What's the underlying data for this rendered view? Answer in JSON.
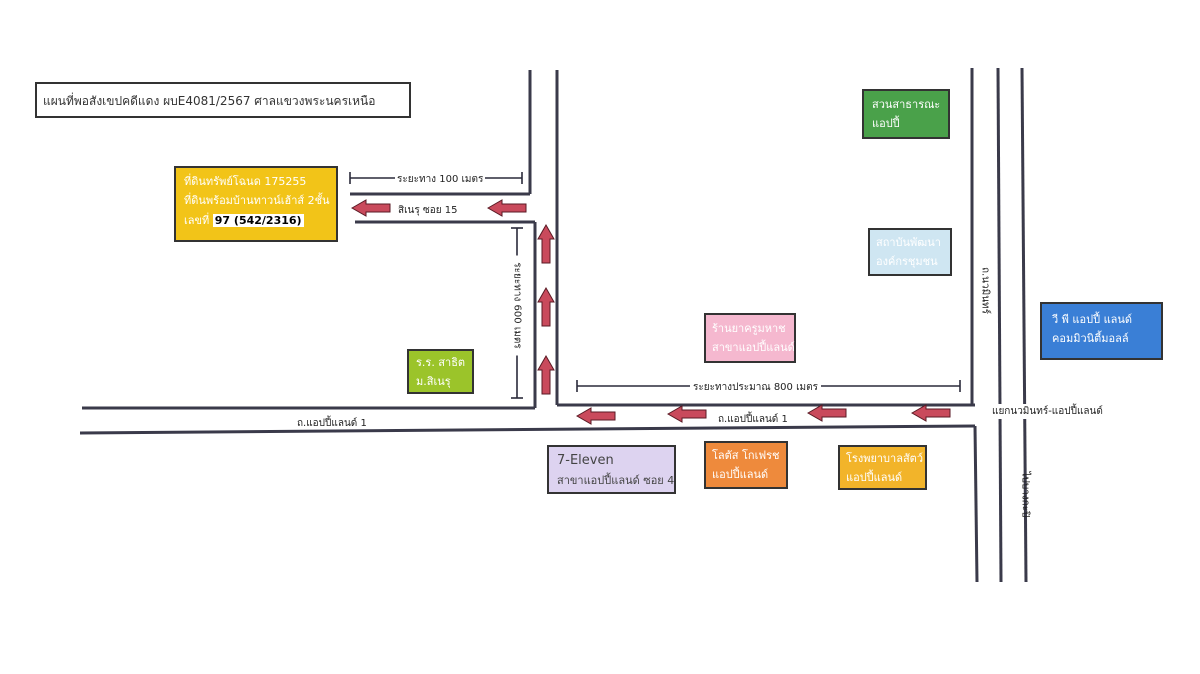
{
  "title": "แผนที่พอสังเขปคดีแดง ผบE4081/2567 ศาลแขวงพระนครเหนือ",
  "subject_property": {
    "line1": "ที่ดินทรัพย์โฉนด 175255",
    "line2": "ที่ดินพร้อมบ้านทาวน์เฮ้าส์ 2ชั้น",
    "line3_prefix": "เลขที่",
    "line3_number": "97 (542/2316)",
    "color": "#f2c418"
  },
  "roads": {
    "soi": "สิเนรุ ซอย 15",
    "main_road": "ถ.แอปปี้แลนด์ 1",
    "main_road_right": "ถ.แอปปี้แลนด์ 1",
    "intersection": "แยกนวมินทร์-แอปปี้แลนด์",
    "vertical_road": "ถ.นวมินทร์",
    "to_direction": "ไปบางกะปิ"
  },
  "distances": {
    "d100": "ระยะทาง 100 เมตร",
    "d600": "ระยะทาง 600 เมตร",
    "d800": "ระยะทางประมาณ 800 เมตร"
  },
  "landmarks": [
    {
      "id": "school",
      "line1": "ร.ร. สาธิต",
      "line2": "ม.สิเนรุ",
      "color": "#9bc42a",
      "text": "#ffffff"
    },
    {
      "id": "pharmacy",
      "line1": "ร้านยาครูมหาช",
      "line2": "สาขาแอปปี้แลนด์",
      "color": "#f5b8cf",
      "text": "#ffffff"
    },
    {
      "id": "seven",
      "line1": "7-Eleven",
      "line2": "สาขาแอปปี้แลนด์ ซอย 4",
      "color": "#ddd3f0",
      "text": "#444444"
    },
    {
      "id": "lotus",
      "line1": "โลตัส โกเฟรช",
      "line2": "แอปปี้แลนด์",
      "color": "#ee8a3c",
      "text": "#ffffff"
    },
    {
      "id": "hospital",
      "line1": "โรงพยาบาลสัตว์",
      "line2": "แอปปี้แลนด์",
      "color": "#f2b42a",
      "text": "#ffffff"
    },
    {
      "id": "park",
      "line1": "สวนสาธารณะ",
      "line2": "แอปปี้",
      "color": "#4aa14a",
      "text": "#ffffff"
    },
    {
      "id": "institute",
      "line1": "สถาบันพัฒนา",
      "line2": "องค์กรชุมชน",
      "color": "#cfe6f2",
      "text": "#ffffff"
    },
    {
      "id": "mall",
      "line1": "วี พี แอปปี้ แลนด์",
      "line2": "คอมมิวนิตี้มอลล์",
      "color": "#3a7fd6",
      "text": "#ffffff"
    }
  ]
}
